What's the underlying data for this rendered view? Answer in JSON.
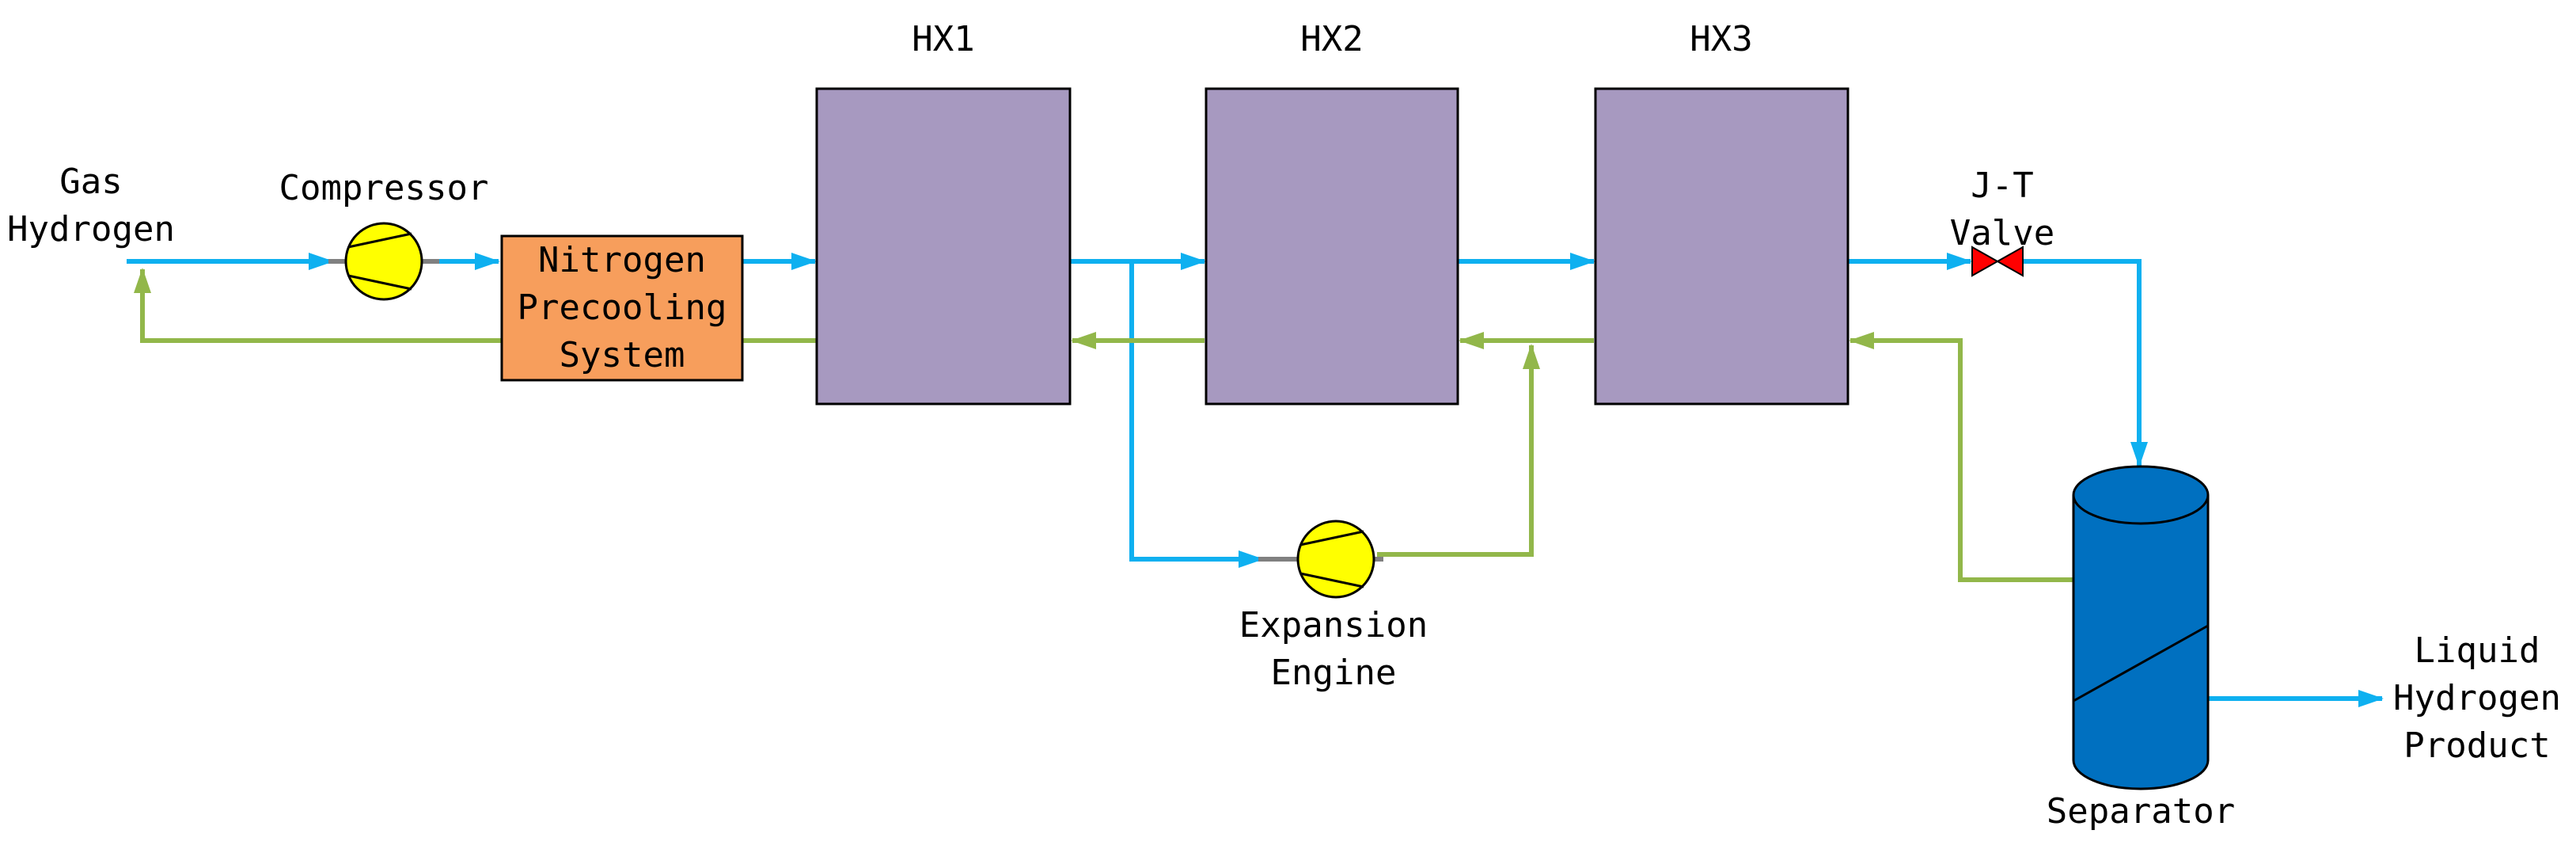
{
  "colors": {
    "hydrogen_line": "#0eb0f0",
    "return_line": "#92b74a",
    "heat_exchanger": "#a799c0",
    "precooling_box": "#f79e5c",
    "compressor": "#ffff00",
    "valve": "#ff0000",
    "separator": "#0070c0"
  },
  "labels": {
    "gas_hydrogen": [
      "Gas",
      "Hydrogen"
    ],
    "compressor": "Compressor",
    "precooling": [
      "Nitrogen",
      "Precooling",
      "System"
    ],
    "hx1": "HX1",
    "hx2": "HX2",
    "hx3": "HX3",
    "jt_valve": [
      "J-T",
      "Valve"
    ],
    "expansion_engine": [
      "Expansion",
      "Engine"
    ],
    "separator": "Separator",
    "liquid_product": [
      "Liquid",
      "Hydrogen",
      "Product"
    ]
  }
}
